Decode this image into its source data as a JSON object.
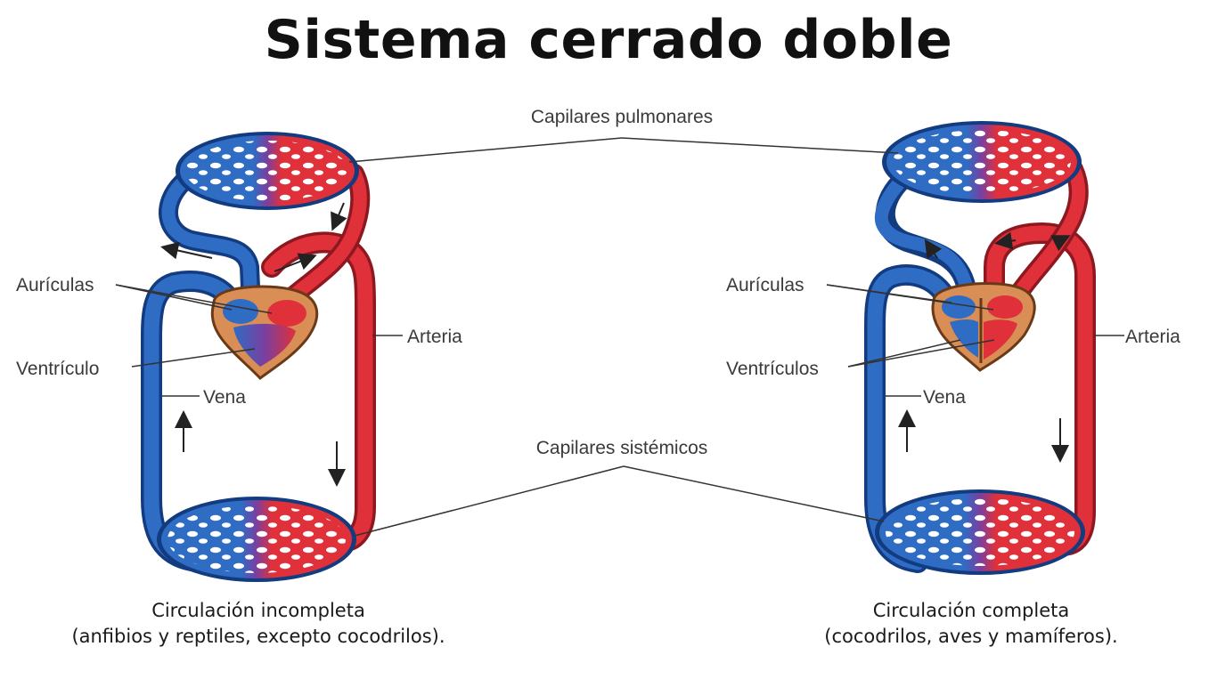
{
  "title": "Sistema cerrado doble",
  "labels": {
    "capilares_pulmonares": "Capilares pulmonares",
    "capilares_sistemicos": "Capilares sistémicos"
  },
  "left": {
    "auriculas": "Aurículas",
    "ventriculo": "Ventrículo",
    "arteria": "Arteria",
    "vena": "Vena",
    "caption_line1": "Circulación incompleta",
    "caption_line2": "(anfibios y reptiles, excepto cocodrilos)."
  },
  "right": {
    "auriculas": "Aurículas",
    "ventriculos": "Ventrículos",
    "arteria": "Arteria",
    "vena": "Vena",
    "caption_line1": "Circulación completa",
    "caption_line2": "(cocodrilos, aves y mamíferos)."
  },
  "colors": {
    "vein_blue": "#2f6cc4",
    "artery_red": "#e0303a",
    "mixed_purple": "#7a3fa0",
    "heart_tan": "#d98e55"
  }
}
